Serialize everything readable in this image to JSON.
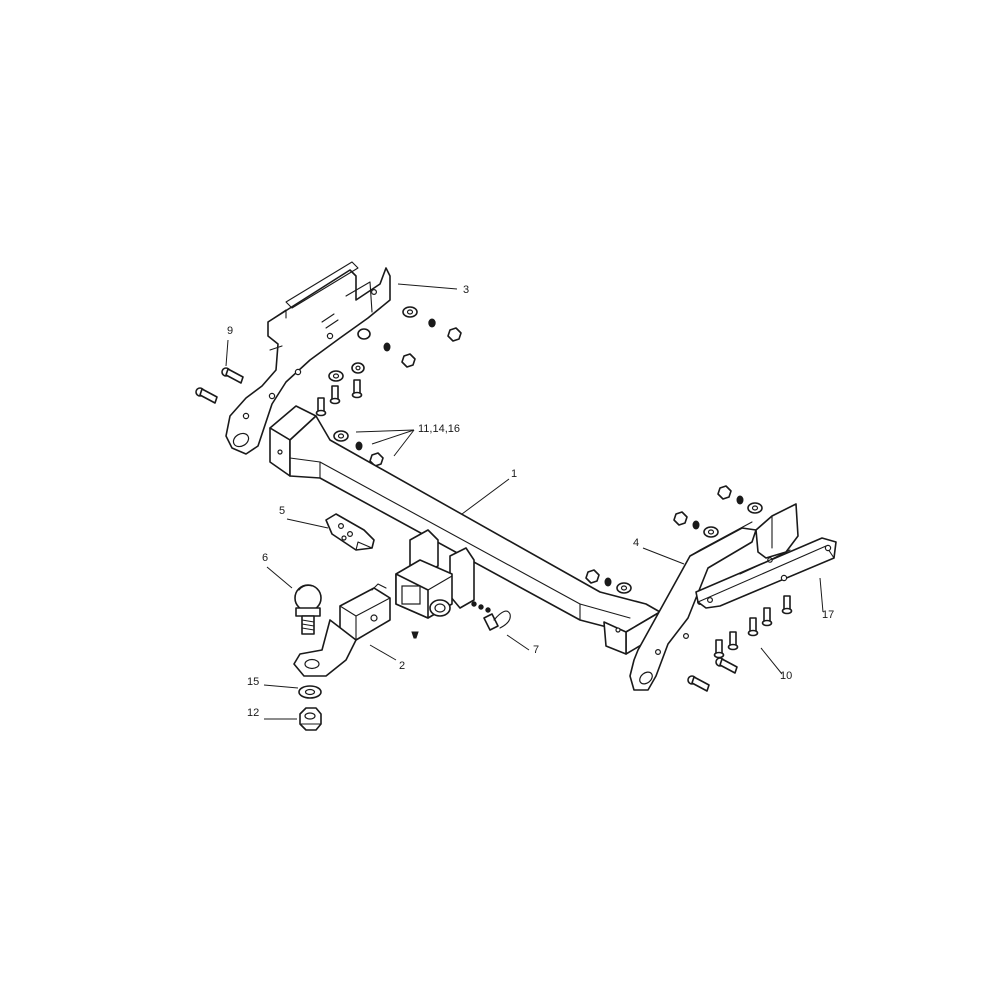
{
  "callouts": {
    "c1": "1",
    "c2": "2",
    "c3": "3",
    "c4": "4",
    "c5": "5",
    "c6": "6",
    "c7": "7",
    "c9": "9",
    "c10": "10",
    "c11_14_16": "11,14,16",
    "c12": "12",
    "c15": "15",
    "c17": "17"
  }
}
